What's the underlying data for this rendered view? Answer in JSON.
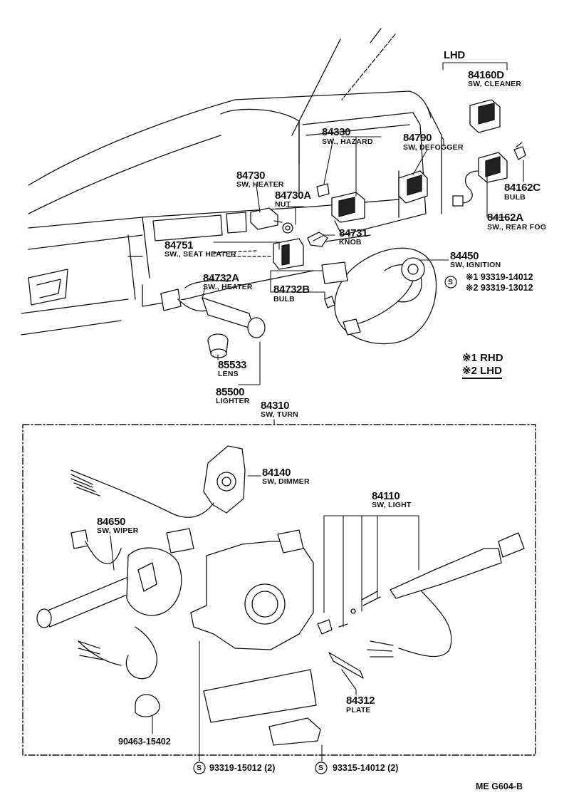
{
  "region_label": "LHD",
  "parts": {
    "p84160D": {
      "number": "84160D",
      "name": "SW, CLEANER"
    },
    "p84330": {
      "number": "84330",
      "name": "SW., HAZARD"
    },
    "p84790": {
      "number": "84790",
      "name": "SW, DEFOGGER"
    },
    "p84730": {
      "number": "84730",
      "name": "SW, HEATER"
    },
    "p84730A": {
      "number": "84730A",
      "name": "NUT"
    },
    "p84162C": {
      "number": "84162C",
      "name": "BULB"
    },
    "p84162A": {
      "number": "84162A",
      "name": "SW., REAR FOG"
    },
    "p84751": {
      "number": "84751",
      "name": "SW., SEAT HEATER"
    },
    "p84731": {
      "number": "84731",
      "name": "KNOB"
    },
    "p84450": {
      "number": "84450",
      "name": "SW, IGNITION"
    },
    "p84732A": {
      "number": "84732A",
      "name": "SW., HEATER"
    },
    "p84732B": {
      "number": "84732B",
      "name": "BULB"
    },
    "p85533": {
      "number": "85533",
      "name": "LENS"
    },
    "p85500": {
      "number": "85500",
      "name": "LIGHTER"
    },
    "p84310": {
      "number": "84310",
      "name": "SW, TURN"
    },
    "p84140": {
      "number": "84140",
      "name": "SW, DIMMER"
    },
    "p84110": {
      "number": "84110",
      "name": "SW, LIGHT"
    },
    "p84650": {
      "number": "84650",
      "name": "SW, WIPER"
    },
    "p84312": {
      "number": "84312",
      "name": "PLATE"
    },
    "p90463": {
      "number": "90463-15402",
      "name": ""
    }
  },
  "ignition_notes": {
    "marker": "S",
    "n1": "※1 93319-14012",
    "n2": "※2 93319-13012"
  },
  "legend": {
    "rhd": "※1 RHD",
    "lhd": "※2 LHD"
  },
  "screws": {
    "marker": "S",
    "left": "93319-15012 (2)",
    "right": "93315-14012 (2)"
  },
  "drawing_code": "ME G604-B"
}
